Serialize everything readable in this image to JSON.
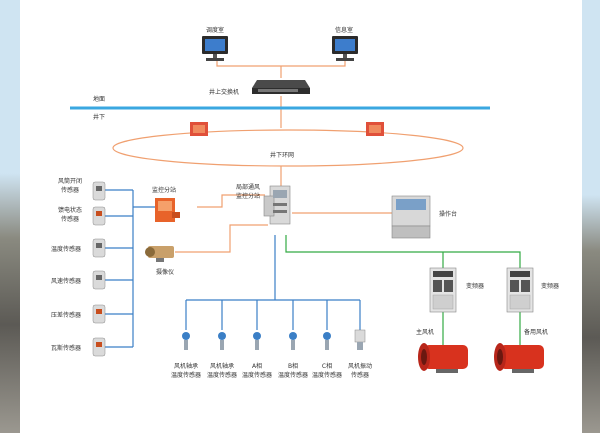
{
  "labels": {
    "dispatch_room": "调度室",
    "info_room": "信息室",
    "surface_switch": "井上交换机",
    "ground": "地面",
    "underground": "井下",
    "ring_network": "井下环网",
    "substation": "监控分站",
    "master_substation_l1": "局部通风",
    "master_substation_l2": "监控分站",
    "console": "操作台",
    "camera": "摄像仪",
    "sensor_door_l1": "风筒开闭",
    "sensor_door_l2": "传感器",
    "sensor_switch_l1": "馈电状态",
    "sensor_switch_l2": "传感器",
    "sensor_temp": "温度传感器",
    "sensor_wind": "风速传感器",
    "sensor_pressure": "压差传感器",
    "sensor_gas": "瓦斯传感器",
    "vfd1": "变频器",
    "vfd2": "变频器",
    "main_fan": "主风机",
    "backup_fan": "备用风机",
    "bottom_1_l1": "风机轴承",
    "bottom_1_l2": "温度传感器",
    "bottom_2_l1": "风机轴承",
    "bottom_2_l2": "温度传感器",
    "bottom_3_l1": "A相",
    "bottom_3_l2": "温度传感器",
    "bottom_4_l1": "B相",
    "bottom_4_l2": "温度传感器",
    "bottom_5_l1": "C相",
    "bottom_5_l2": "温度传感器",
    "bottom_6_l1": "风机振动",
    "bottom_6_l2": "传感器"
  },
  "colors": {
    "line_orange": "#f0a070",
    "ground_line": "#3aa7e0",
    "green_line": "#33aa44",
    "blue_line": "#3b7fc6",
    "fan_red": "#d8321e",
    "node_red": "#e0503a"
  },
  "icons": {
    "computer": "computer-icon",
    "switch": "network-switch-icon",
    "node": "ring-node-icon",
    "sensor": "sensor-icon",
    "fan": "fan-icon",
    "vfd": "vfd-cabinet-icon"
  }
}
